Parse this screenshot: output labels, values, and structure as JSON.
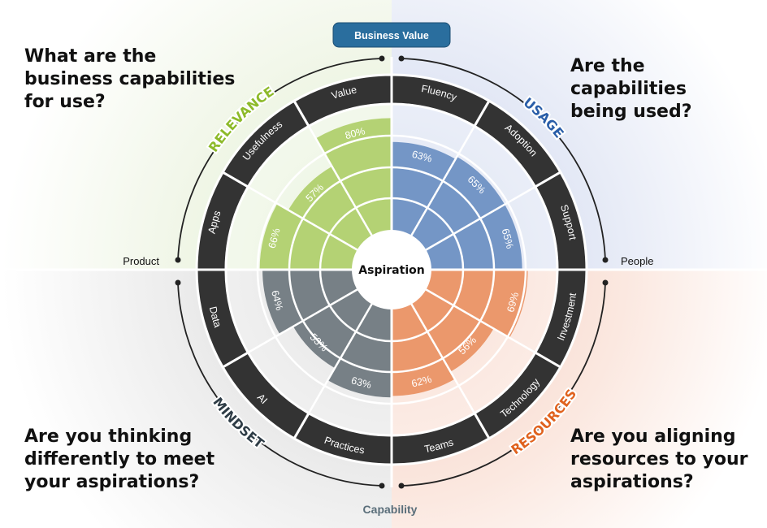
{
  "questions": {
    "relevance": "What are the\nbusiness capabilities\nfor use?",
    "usage": "Are the capabilities\nbeing used?",
    "mindset": "Are you thinking\ndifferently to meet\nyour aspirations?",
    "resources": "Are you aligning\nresources to your\naspirations?"
  },
  "axes": {
    "top": "Business Value",
    "left": "Product",
    "right": "People",
    "bottom": "Capability"
  },
  "center_label": "Aspiration",
  "colors": {
    "relevance": "#8dba2a",
    "usage": "#2a5ea8",
    "resources": "#e0621e",
    "mindset": "#2e3c46",
    "ring": "#333333",
    "top_pill": "#2a6e9e",
    "bottom_label": "#5a6e7a"
  },
  "quadrants": [
    {
      "key": "usage",
      "label": "USAGE",
      "color": "#2a5ea8",
      "segments": [
        {
          "name": "Fluency",
          "value": 63
        },
        {
          "name": "Adoption",
          "value": 65
        },
        {
          "name": "Support",
          "value": 65
        }
      ]
    },
    {
      "key": "resources",
      "label": "RESOURCES",
      "color": "#e0621e",
      "segments": [
        {
          "name": "Investment",
          "value": 69
        },
        {
          "name": "Technology",
          "value": 56
        },
        {
          "name": "Teams",
          "value": 62
        }
      ]
    },
    {
      "key": "mindset",
      "label": "MINDSET",
      "color": "#2e3c46",
      "segments": [
        {
          "name": "Practices",
          "value": 63
        },
        {
          "name": "AI",
          "value": 53
        },
        {
          "name": "Data",
          "value": 64
        }
      ]
    },
    {
      "key": "relevance",
      "label": "RELEVANCE",
      "color": "#8dba2a",
      "segments": [
        {
          "name": "Apps",
          "value": 66
        },
        {
          "name": "Usefulness",
          "value": 57
        },
        {
          "name": "Value",
          "value": 80
        }
      ]
    }
  ]
}
